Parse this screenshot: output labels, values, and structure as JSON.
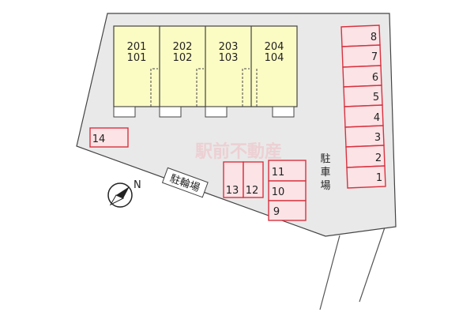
{
  "colors": {
    "lot": "#e9e9e9",
    "building": "#fbfbc4",
    "parking_fill": "#fbe3e6",
    "parking_stroke": "#d9323f",
    "watermark": "#f0bcc2"
  },
  "units": [
    {
      "upper": "201",
      "lower": "101"
    },
    {
      "upper": "202",
      "lower": "102"
    },
    {
      "upper": "203",
      "lower": "103"
    },
    {
      "upper": "204",
      "lower": "104"
    }
  ],
  "parking_right": [
    "8",
    "7",
    "6",
    "5",
    "4",
    "3",
    "2",
    "1"
  ],
  "parking_center": [
    "11",
    "10",
    "9"
  ],
  "parking_pair": [
    "13",
    "12"
  ],
  "parking_left": "14",
  "parking_label": "駐車場",
  "bicycle_label": "駐輪場",
  "watermark": "駅前不動産",
  "compass": {
    "letter": "N",
    "icon": "north-arrow-icon"
  }
}
